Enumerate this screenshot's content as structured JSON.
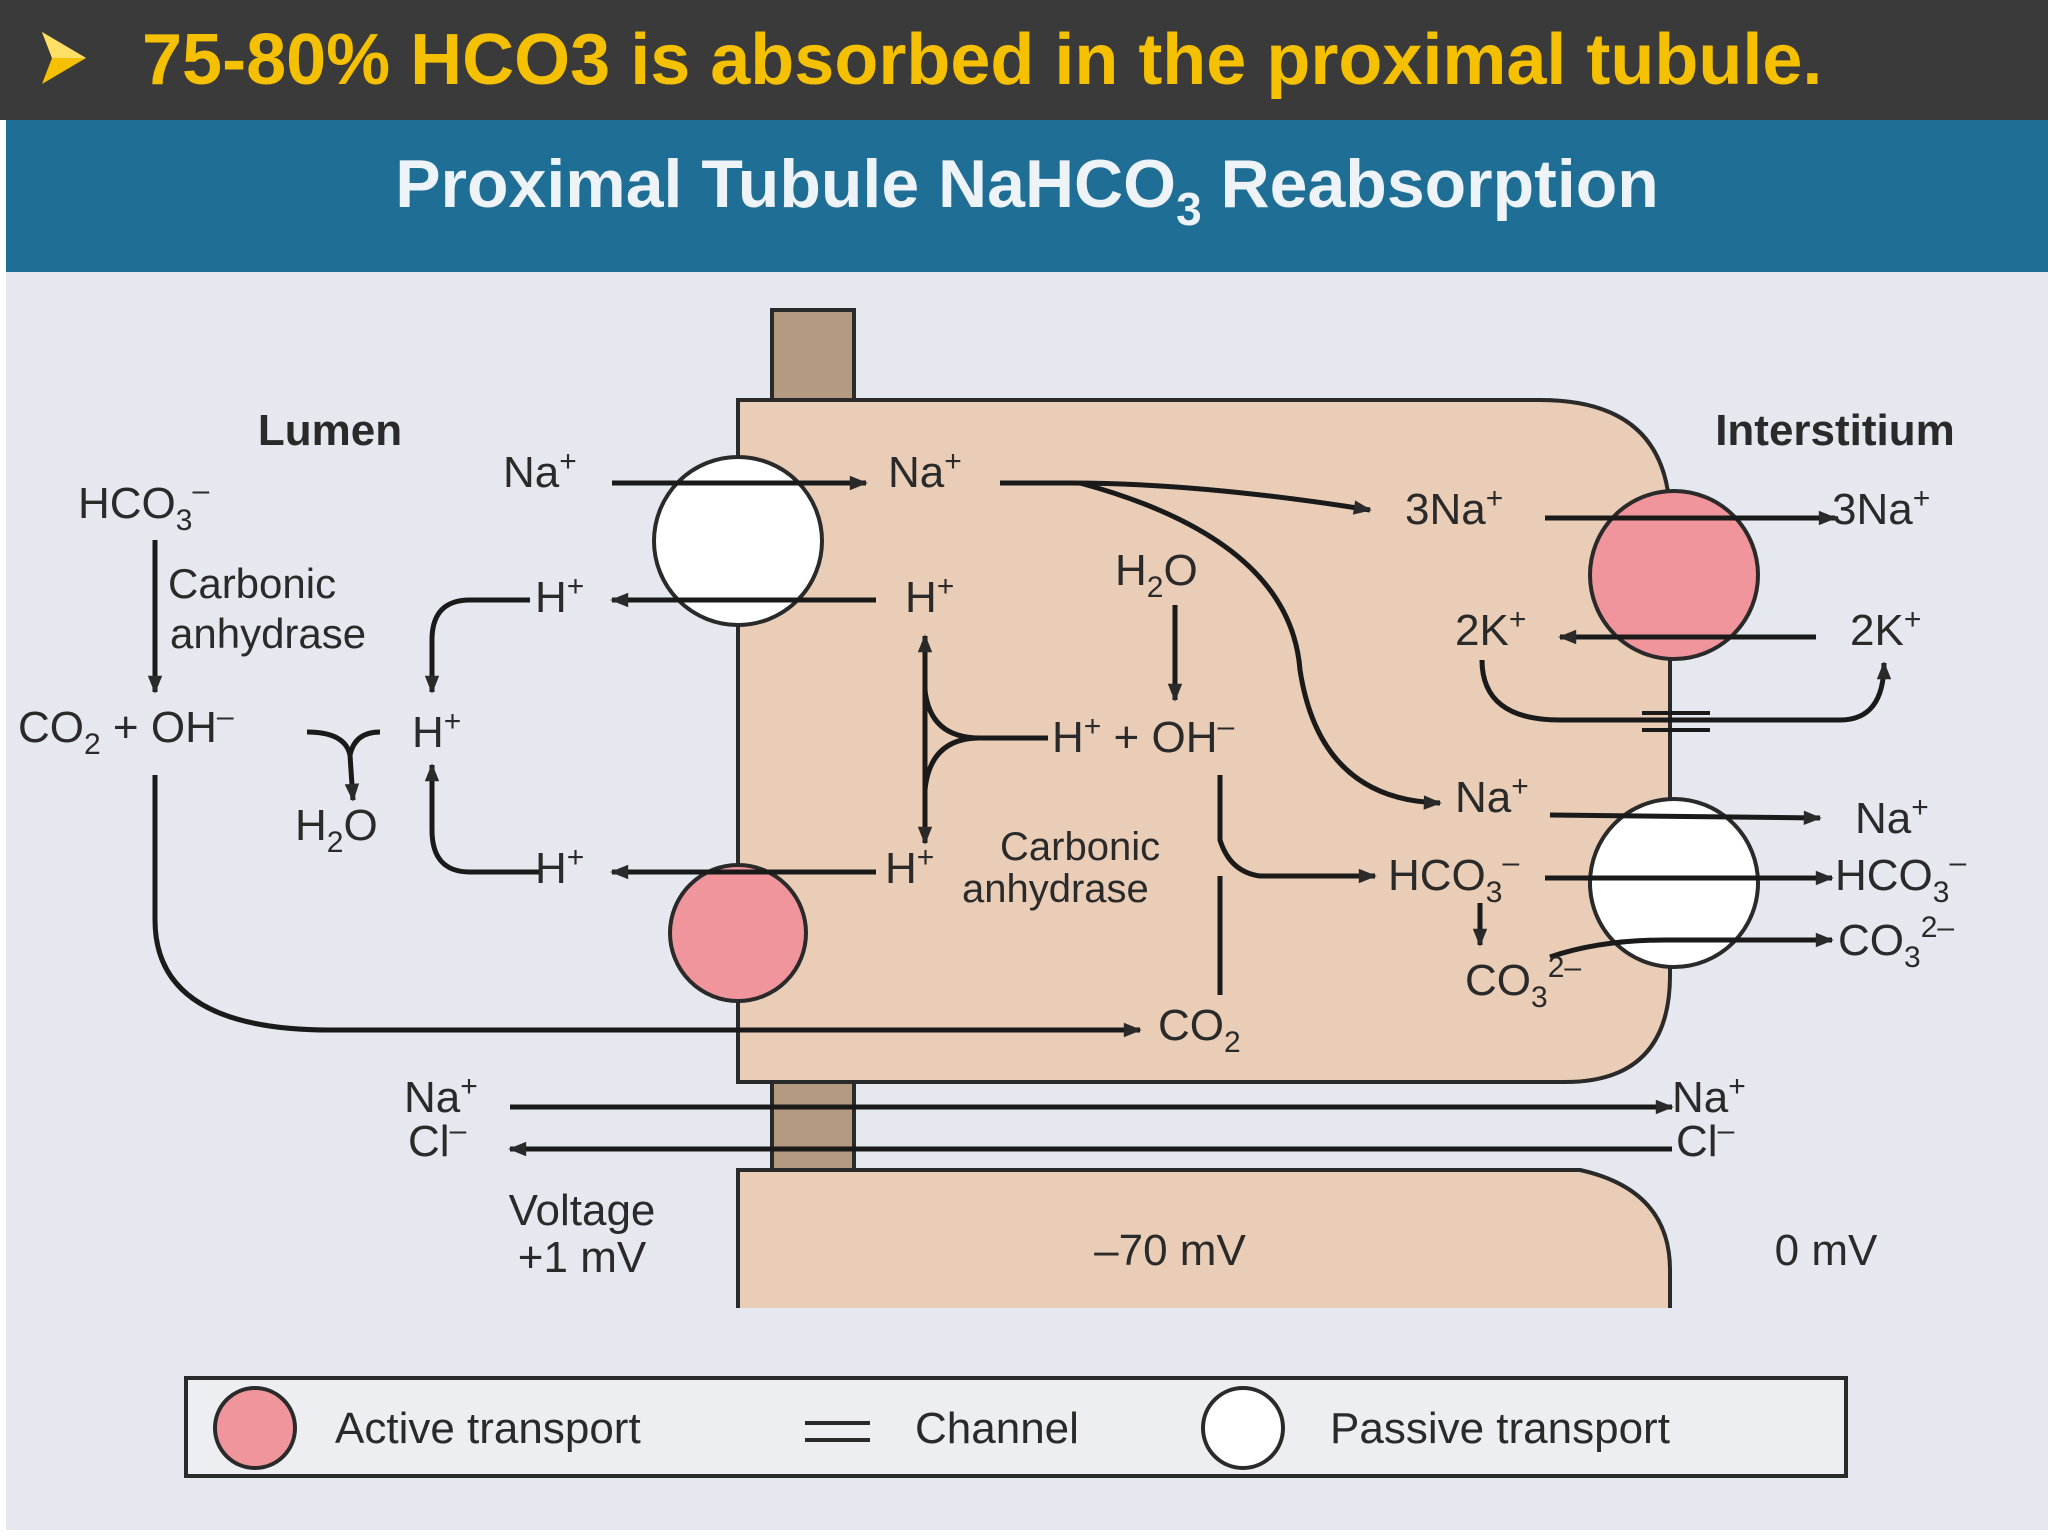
{
  "colors": {
    "banner_bg": "#3a3a3a",
    "banner_text": "#f5c000",
    "title_bar": "#1f6e95",
    "title_text": "#eef3f7",
    "figure_bg": "#e5e8ee",
    "cell": "#e9cdb6",
    "junction": "#b49a80",
    "active_pump": "#f1959c",
    "passive_pump": "#ffffff",
    "ink": "#2a2a2a"
  },
  "banner": {
    "bullet_icon": "arrow-bullet",
    "text": "75-80% HCO3 is absorbed in the proximal tubule."
  },
  "figure": {
    "title_main": "Proximal Tubule NaHCO",
    "title_sub": "3",
    "title_end": " Reabsorption",
    "lumen_label": "Lumen",
    "interstitium_label": "Interstitium",
    "labels": {
      "na_plus": "Na",
      "h_plus": "H",
      "plus_sign": "+",
      "hco3": "HCO",
      "sub3": "3",
      "sub2": "2",
      "minus_sign": "–",
      "co3_charge": "2–",
      "co2": "CO",
      "h2o_h": "H",
      "h2o_o": "O",
      "oh": "OH",
      "plus_op": "+",
      "three_na": "3Na",
      "two_k": "2K",
      "cl": "Cl",
      "carbonic": "Carbonic",
      "anhydrase": "anhydrase"
    },
    "voltage_label": "Voltage",
    "lumen_voltage": "+1 mV",
    "cell_voltage": "–70 mV",
    "interstitium_voltage": "0 mV"
  },
  "legend": {
    "active": "Active transport",
    "channel": "Channel",
    "passive": "Passive transport"
  }
}
